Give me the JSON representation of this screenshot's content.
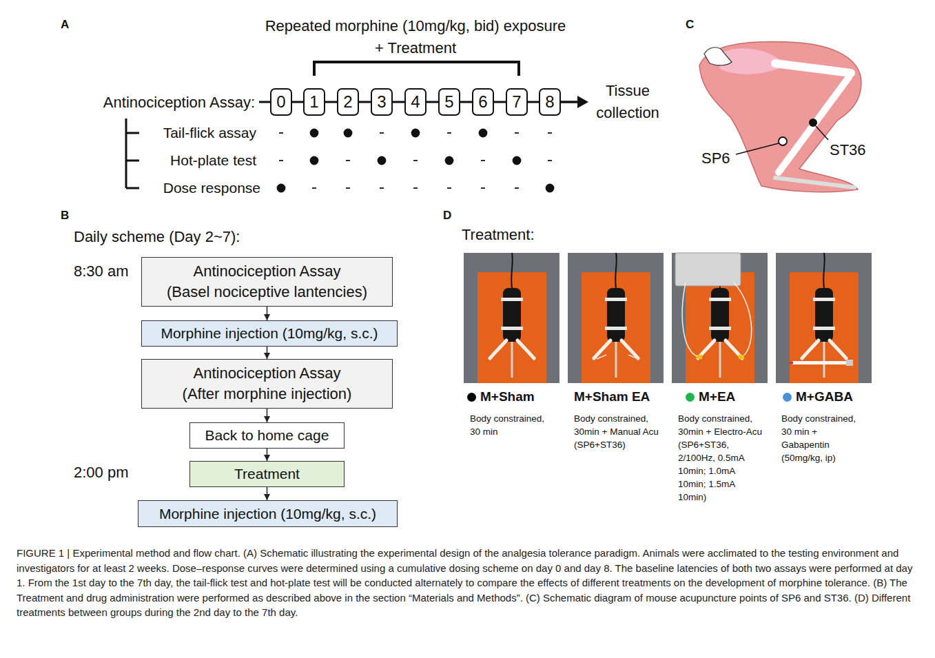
{
  "diagram": {
    "caption": "FIGURE 1 | Experimental method and flow chart. (A) Schematic illustrating the experimental design of the analgesia tolerance paradigm. Animals were acclimated to the testing environment and investigators for at least 2 weeks. Dose–response curves were determined using a cumulative dosing scheme on day 0 and day 8. The baseline latencies of both two assays were performed at day 1. From the 1st day to the 7th day, the tail-flick test and hot-plate test will be conducted alternately to compare the effects of different treatments on the development of morphine tolerance. (B) The Treatment and drug administration were performed as described above in the section “Materials and Methods”. (C) Schematic diagram of mouse acupuncture points of SP6 and ST36. (D) Different treatments between groups during the 2nd day to the 7th day.",
    "nodes": [
      {
        "text": [
          "0"
        ]
      },
      {
        "text": [
          "1"
        ]
      },
      {
        "text": [
          "2"
        ]
      },
      {
        "text": [
          "3"
        ]
      },
      {
        "text": [
          "4"
        ]
      },
      {
        "text": [
          "5"
        ]
      },
      {
        "text": [
          "6"
        ]
      },
      {
        "text": [
          "7"
        ]
      },
      {
        "text": [
          "8"
        ]
      },
      {
        "text": [
          "Antinociception Assay",
          "(Basel nociceptive lantencies)"
        ]
      },
      {
        "text": [
          "Morphine injection (10mg/kg, s.c.)"
        ]
      },
      {
        "text": [
          "Antinociception Assay",
          "(After morphine injection)"
        ]
      },
      {
        "text": [
          "Back to home cage"
        ]
      },
      {
        "text": [
          "Treatment"
        ]
      },
      {
        "text": [
          "Morphine injection (10mg/kg, s.c.)"
        ]
      }
    ],
    "edges": [
      {
        "from": 0,
        "to": 1,
        "arrow": "none"
      },
      {
        "from": 1,
        "to": 2,
        "arrow": "none"
      },
      {
        "from": 2,
        "to": 3,
        "arrow": "none"
      },
      {
        "from": 3,
        "to": 4,
        "arrow": "none"
      },
      {
        "from": 4,
        "to": 5,
        "arrow": "none"
      },
      {
        "from": 5,
        "to": 6,
        "arrow": "none"
      },
      {
        "from": 6,
        "to": 7,
        "arrow": "none"
      },
      {
        "from": 7,
        "to": 8,
        "arrow": "none"
      },
      {
        "from": 9,
        "to": 10,
        "arrow": "to"
      },
      {
        "from": 10,
        "to": 11,
        "arrow": "to"
      },
      {
        "from": 11,
        "to": 12,
        "arrow": "to"
      },
      {
        "from": 12,
        "to": 13,
        "arrow": "to"
      },
      {
        "from": 13,
        "to": 14,
        "arrow": "to"
      }
    ],
    "labels": [
      "A",
      "Repeated morphine (10mg/kg, bid) exposure",
      "+ Treatment",
      "Antinociception Assay:",
      "Tail-flick assay",
      "Hot-plate test",
      "Dose response",
      "Tissue collection",
      "C",
      "SP6",
      "ST36",
      "B",
      "Daily scheme (Day 2~7):",
      "8:30 am",
      "2:00 pm",
      "D",
      "Treatment:",
      "M+Sham EA",
      "Body constrained, 30 min",
      "Body constrained, 30min + Manual Acu (SP6+ST36)",
      "Body constrained, 30min + Electro-Acu (SP6+ST36, 2/100Hz, 0.5mA 10min; 1.0mA 10min; 1.5mA 10min)",
      "Body constrained, 30 min + Gabapentin (50mg/kg, ip)"
    ],
    "legend": [
      {
        "text": "M+Sham",
        "color": "#000000"
      },
      {
        "text": "M+EA",
        "color": "#1fb54a"
      },
      {
        "text": "M+GABA",
        "color": "#4a90d9"
      }
    ]
  }
}
